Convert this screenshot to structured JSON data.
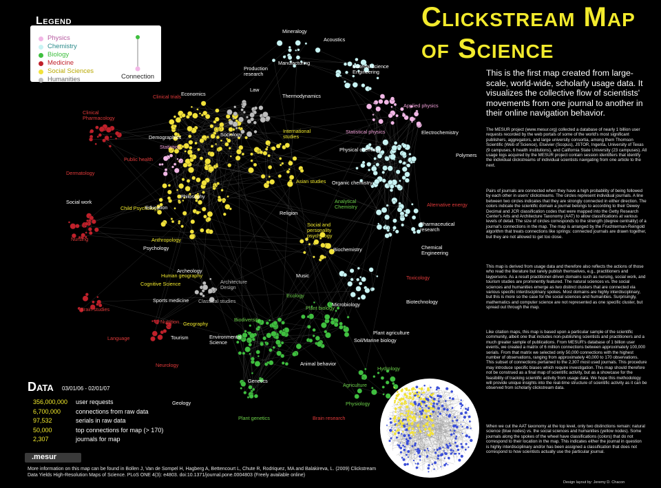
{
  "title": "Clickstream Map of Science",
  "lead": "This is the first map created from large-scale, world-wide, scholarly usage data. It visualizes the collective flow of scientists' movements from one journal to another in their online navigation behavior.",
  "paragraphs": [
    "The MESUR project (www.mesur.org) collected a database of nearly 1 billion user requests recorded by the web portals of some of the world's most significant publishers, aggregators, and large university consortia, among them Thomson Scientific (Web of Science), Elsevier (Scopus), JSTOR, Ingenta, University of Texas (9 campuses, 6 health institutions), and California State University (23 campuses). All usage logs acquired by the MESUR project contain session identifiers that identify the individual clickstreams of individual scientists navigating from one article to the next.",
    "Pairs of journals are connected when they have a high probability of being followed by each other in users' clickstreams. The circles represent individual journals. A line between two circles indicates that they are strongly connected in either direction. The colors indicate the scientific domain a journal belongs to according to their Dewey Decimal and JCR classification codes that were mapped into the Getty Research Center's Arts and Architecture Taxonomy (AAT) to allow classifications at various levels of detail. The size of circles corresponds to the strength (degree centrality) of a journal's connections in the map. The map is arranged by the Fruchterman-Reingold algorithm that treats connections like springs: connected journals are drawn together, but they are not allowed to get too close.",
    "This map is derived from usage data and therefore also reflects the actions of those who read the literature but rarely publish themselves, e.g., practitioners and laypersons. As a result practitioner-driven domains such as nursing, social work, and tourism studies are prominently featured. The natural sciences vs. the social sciences and humanities emerge as two distinct clusters that are connected via various specific interdisciplinary spokes. Most domains are highly interdisciplinary, but this is more so the case for the social sciences and humanities. Surprisingly, mathematics and computer science are not represented as one specific cluster, but spread out through the map.",
    "Like citation maps, this map is based upon a particular sample of the scientific community, albeit one that includes non-publishing scientists and practitioners and a much greater sample of publications. From MESUR's database of 1 billion user events, we created a matrix of 6 million connections between approximately 100,000 serials. From that matrix we selected only 50,000 connections with the highest number of observations, ranging from approximately 40,000 to 170 observations. This subset of connections pertained to the 2,307 most used journals. This procedure may introduce specific biases which require investigation. This map should therefore not be construed as a final map of scientific activity, but as a showcase for the feasibility of tracking scientific activity from usage data. We hope this methodology will provide unique insights into the real-time structure of scientific activity as it can be observed from scholarly clickstream data.",
    "When we cut the AAT taxonomy at the top level, only two distinctions remain: natural science (blue nodes) vs. the social sciences and humanities (yellow nodes). Some journals along the spokes of the wheel have classifications (colors) that do not correspond to their location in the map. This indicates either the journal in question is highly interdisciplinary and/or has been assigned a classification that does not correspond to how scientists actually use the particular journal."
  ],
  "legend": {
    "title": "Legend",
    "items": [
      {
        "label": "Physics",
        "color": "#f2b7e6"
      },
      {
        "label": "Chemistry",
        "color": "#c8f4f4"
      },
      {
        "label": "Biology",
        "color": "#3fbf3f"
      },
      {
        "label": "Medicine",
        "color": "#c0202a"
      },
      {
        "label": "Social Sciences",
        "color": "#f2e23a"
      },
      {
        "label": "Humanities",
        "color": "#bdbdbd"
      }
    ],
    "connection_label": "Connection"
  },
  "data_panel": {
    "title": "Data",
    "range": "03/01/06 - 02/01/07",
    "rows": [
      {
        "value": "356,000,000",
        "desc": "user requests"
      },
      {
        "value": "6,700,000",
        "desc": "connections from raw data"
      },
      {
        "value": "97,532",
        "desc": "serials in raw data"
      },
      {
        "value": "50,000",
        "desc": "top connections for map (> 170)"
      },
      {
        "value": "2,307",
        "desc": "journals for map"
      }
    ]
  },
  "logo": ".mesur",
  "footer": "More information on this map can be found in Bollen J, Van de Sompel H, Hagberg A, Bettencourt L, Chute R, Rodriquez, MA and Balakireva, L. (2009) Clickstream Data Yields High-Resolution Maps of Science. PLoS ONE 4(3): e4803. doi:10.1371/journal.pone.0004803 (Freely available online)",
  "credit": "Design layout by: Jeremy D. Chacon",
  "map_labels": [
    {
      "text": "Mineralogy",
      "cls": "w"
    },
    {
      "text": "Acoustics",
      "cls": "w"
    },
    {
      "text": "Manufacturing",
      "cls": "w"
    },
    {
      "text": "Production research",
      "cls": "w"
    },
    {
      "text": "Material science Engineering",
      "cls": "w"
    },
    {
      "text": "Law",
      "cls": "w"
    },
    {
      "text": "Economics",
      "cls": "w"
    },
    {
      "text": "Clinical trials",
      "cls": "r"
    },
    {
      "text": "Clinical Pharmacology",
      "cls": "r"
    },
    {
      "text": "Demographics",
      "cls": "w"
    },
    {
      "text": "Statistics",
      "cls": "p"
    },
    {
      "text": "Sociology",
      "cls": "w"
    },
    {
      "text": "International studies",
      "cls": "y"
    },
    {
      "text": "Thermodynamics",
      "cls": "w"
    },
    {
      "text": "Applied physics",
      "cls": "p"
    },
    {
      "text": "Statistical physics",
      "cls": "p"
    },
    {
      "text": "Electrochemistry",
      "cls": "w"
    },
    {
      "text": "Physical chemistry",
      "cls": "w"
    },
    {
      "text": "Polymers",
      "cls": "w"
    },
    {
      "text": "Public health",
      "cls": "r"
    },
    {
      "text": "Dermatology",
      "cls": "r"
    },
    {
      "text": "Asian studies",
      "cls": "y"
    },
    {
      "text": "Organic chemistry",
      "cls": "w"
    },
    {
      "text": "Philosophy",
      "cls": "w"
    },
    {
      "text": "Social work",
      "cls": "w"
    },
    {
      "text": "Child Psychology",
      "cls": "y"
    },
    {
      "text": "Education",
      "cls": "w"
    },
    {
      "text": "Religion",
      "cls": "w"
    },
    {
      "text": "Analytical Chemistry",
      "cls": "g"
    },
    {
      "text": "Alternative energy",
      "cls": "r"
    },
    {
      "text": "Pharmaceutical research",
      "cls": "w"
    },
    {
      "text": "Social and personality psychology",
      "cls": "y"
    },
    {
      "text": "Nursing",
      "cls": "r"
    },
    {
      "text": "Anthropology",
      "cls": "y"
    },
    {
      "text": "Psychology",
      "cls": "w"
    },
    {
      "text": "Biochemistry",
      "cls": "w"
    },
    {
      "text": "Chemical Engineering",
      "cls": "w"
    },
    {
      "text": "Human geography",
      "cls": "y"
    },
    {
      "text": "Archeology",
      "cls": "w"
    },
    {
      "text": "Architecture Design",
      "cls": "gr"
    },
    {
      "text": "Music",
      "cls": "w"
    },
    {
      "text": "Toxicology",
      "cls": "r"
    },
    {
      "text": "Cognitive Science",
      "cls": "y"
    },
    {
      "text": "Classical studies",
      "cls": "gr"
    },
    {
      "text": "Ecology",
      "cls": "g"
    },
    {
      "text": "Microbiology",
      "cls": "w"
    },
    {
      "text": "Biotechnology",
      "cls": "w"
    },
    {
      "text": "Brain studies",
      "cls": "r"
    },
    {
      "text": "Sports medicine",
      "cls": "w"
    },
    {
      "text": "Nutrition",
      "cls": "r"
    },
    {
      "text": "Geography",
      "cls": "y"
    },
    {
      "text": "Biodiversity",
      "cls": "g"
    },
    {
      "text": "Plant biology",
      "cls": "g"
    },
    {
      "text": "Plant agriculture",
      "cls": "w"
    },
    {
      "text": "Language",
      "cls": "r"
    },
    {
      "text": "Tourism",
      "cls": "w"
    },
    {
      "text": "Environmental Science",
      "cls": "w"
    },
    {
      "text": "Soil/Marine biology",
      "cls": "w"
    },
    {
      "text": "Neurology",
      "cls": "r"
    },
    {
      "text": "Animal behavior",
      "cls": "w"
    },
    {
      "text": "Hydrology",
      "cls": "g"
    },
    {
      "text": "Genetics",
      "cls": "w"
    },
    {
      "text": "Agriculture",
      "cls": "g"
    },
    {
      "text": "Geology",
      "cls": "w"
    },
    {
      "text": "Physiology",
      "cls": "g"
    },
    {
      "text": "Plant genetics",
      "cls": "g"
    },
    {
      "text": "Brain research",
      "cls": "r"
    }
  ],
  "inset_colors": {
    "natural": "#3b4fd8",
    "social": "#f2e23a"
  }
}
